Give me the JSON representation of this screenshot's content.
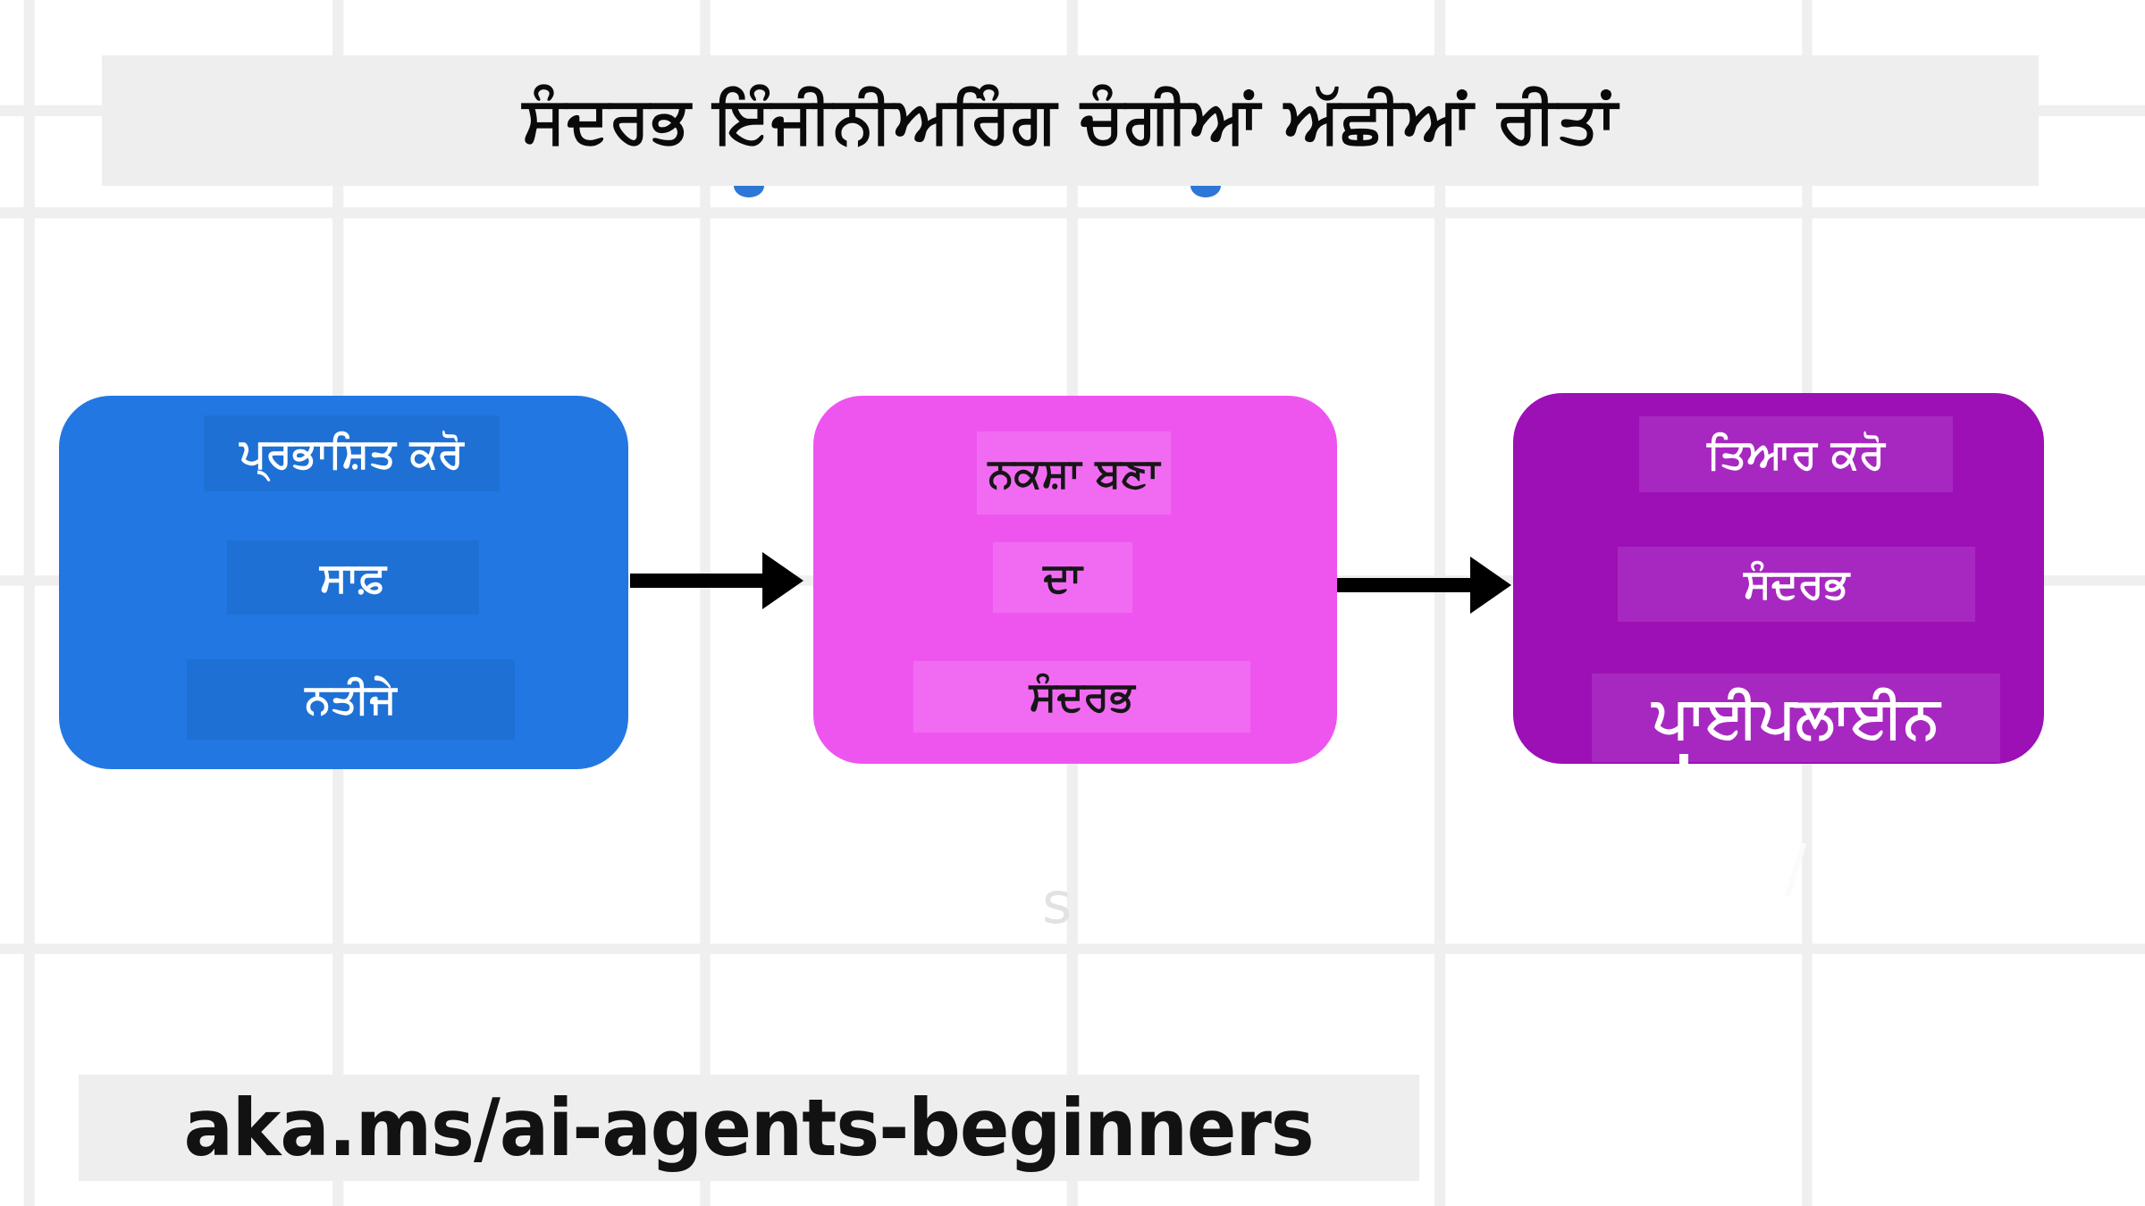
{
  "canvas": {
    "background": "#ffffff",
    "grid_color": "#efefef",
    "band_color": "#eeeeee"
  },
  "title": {
    "text": "ਸੰਦਰਭ ਇੰਜੀਨੀਅਰਿੰਗ ਚੰਗੀਆਂ ਅੱਛੀਆਂ ਰੀਤਾਂ"
  },
  "flow": {
    "arrow_color": "#000000",
    "steps": [
      {
        "name": "define-clear-outcomes",
        "fill": "#2377E2",
        "highlight_fill": "#1F70D4",
        "text_color": "#FFFFFF",
        "lines": [
          "ਪ੍ਰਭਾਸ਼ਿਤ ਕਰੋ",
          "ਸਾਫ਼",
          "ਨਤੀਜੇ"
        ]
      },
      {
        "name": "map-the-context",
        "fill": "#EE55EF",
        "highlight_fill": "#F16BF2",
        "text_color": "#161616",
        "lines": [
          "ਨਕਸ਼ਾ ਬਣਾ",
          "ਦਾ",
          "ਸੰਦਰਭ"
        ]
      },
      {
        "name": "prepare-context-pipeline",
        "fill": "#9C10B5",
        "highlight_fill": "#A728C0",
        "text_color": "#FFFFFF",
        "lines": [
          "ਤਿਆਰ ਕਰੋ",
          "ਸੰਦਰਭ",
          "ਪਾਈਪਲਾਈਨ"
        ]
      }
    ]
  },
  "artifacts": {
    "residual_letter": "s",
    "residual_slash": "/"
  },
  "footer": {
    "link_text": "aka.ms/ai-agents-beginners"
  }
}
